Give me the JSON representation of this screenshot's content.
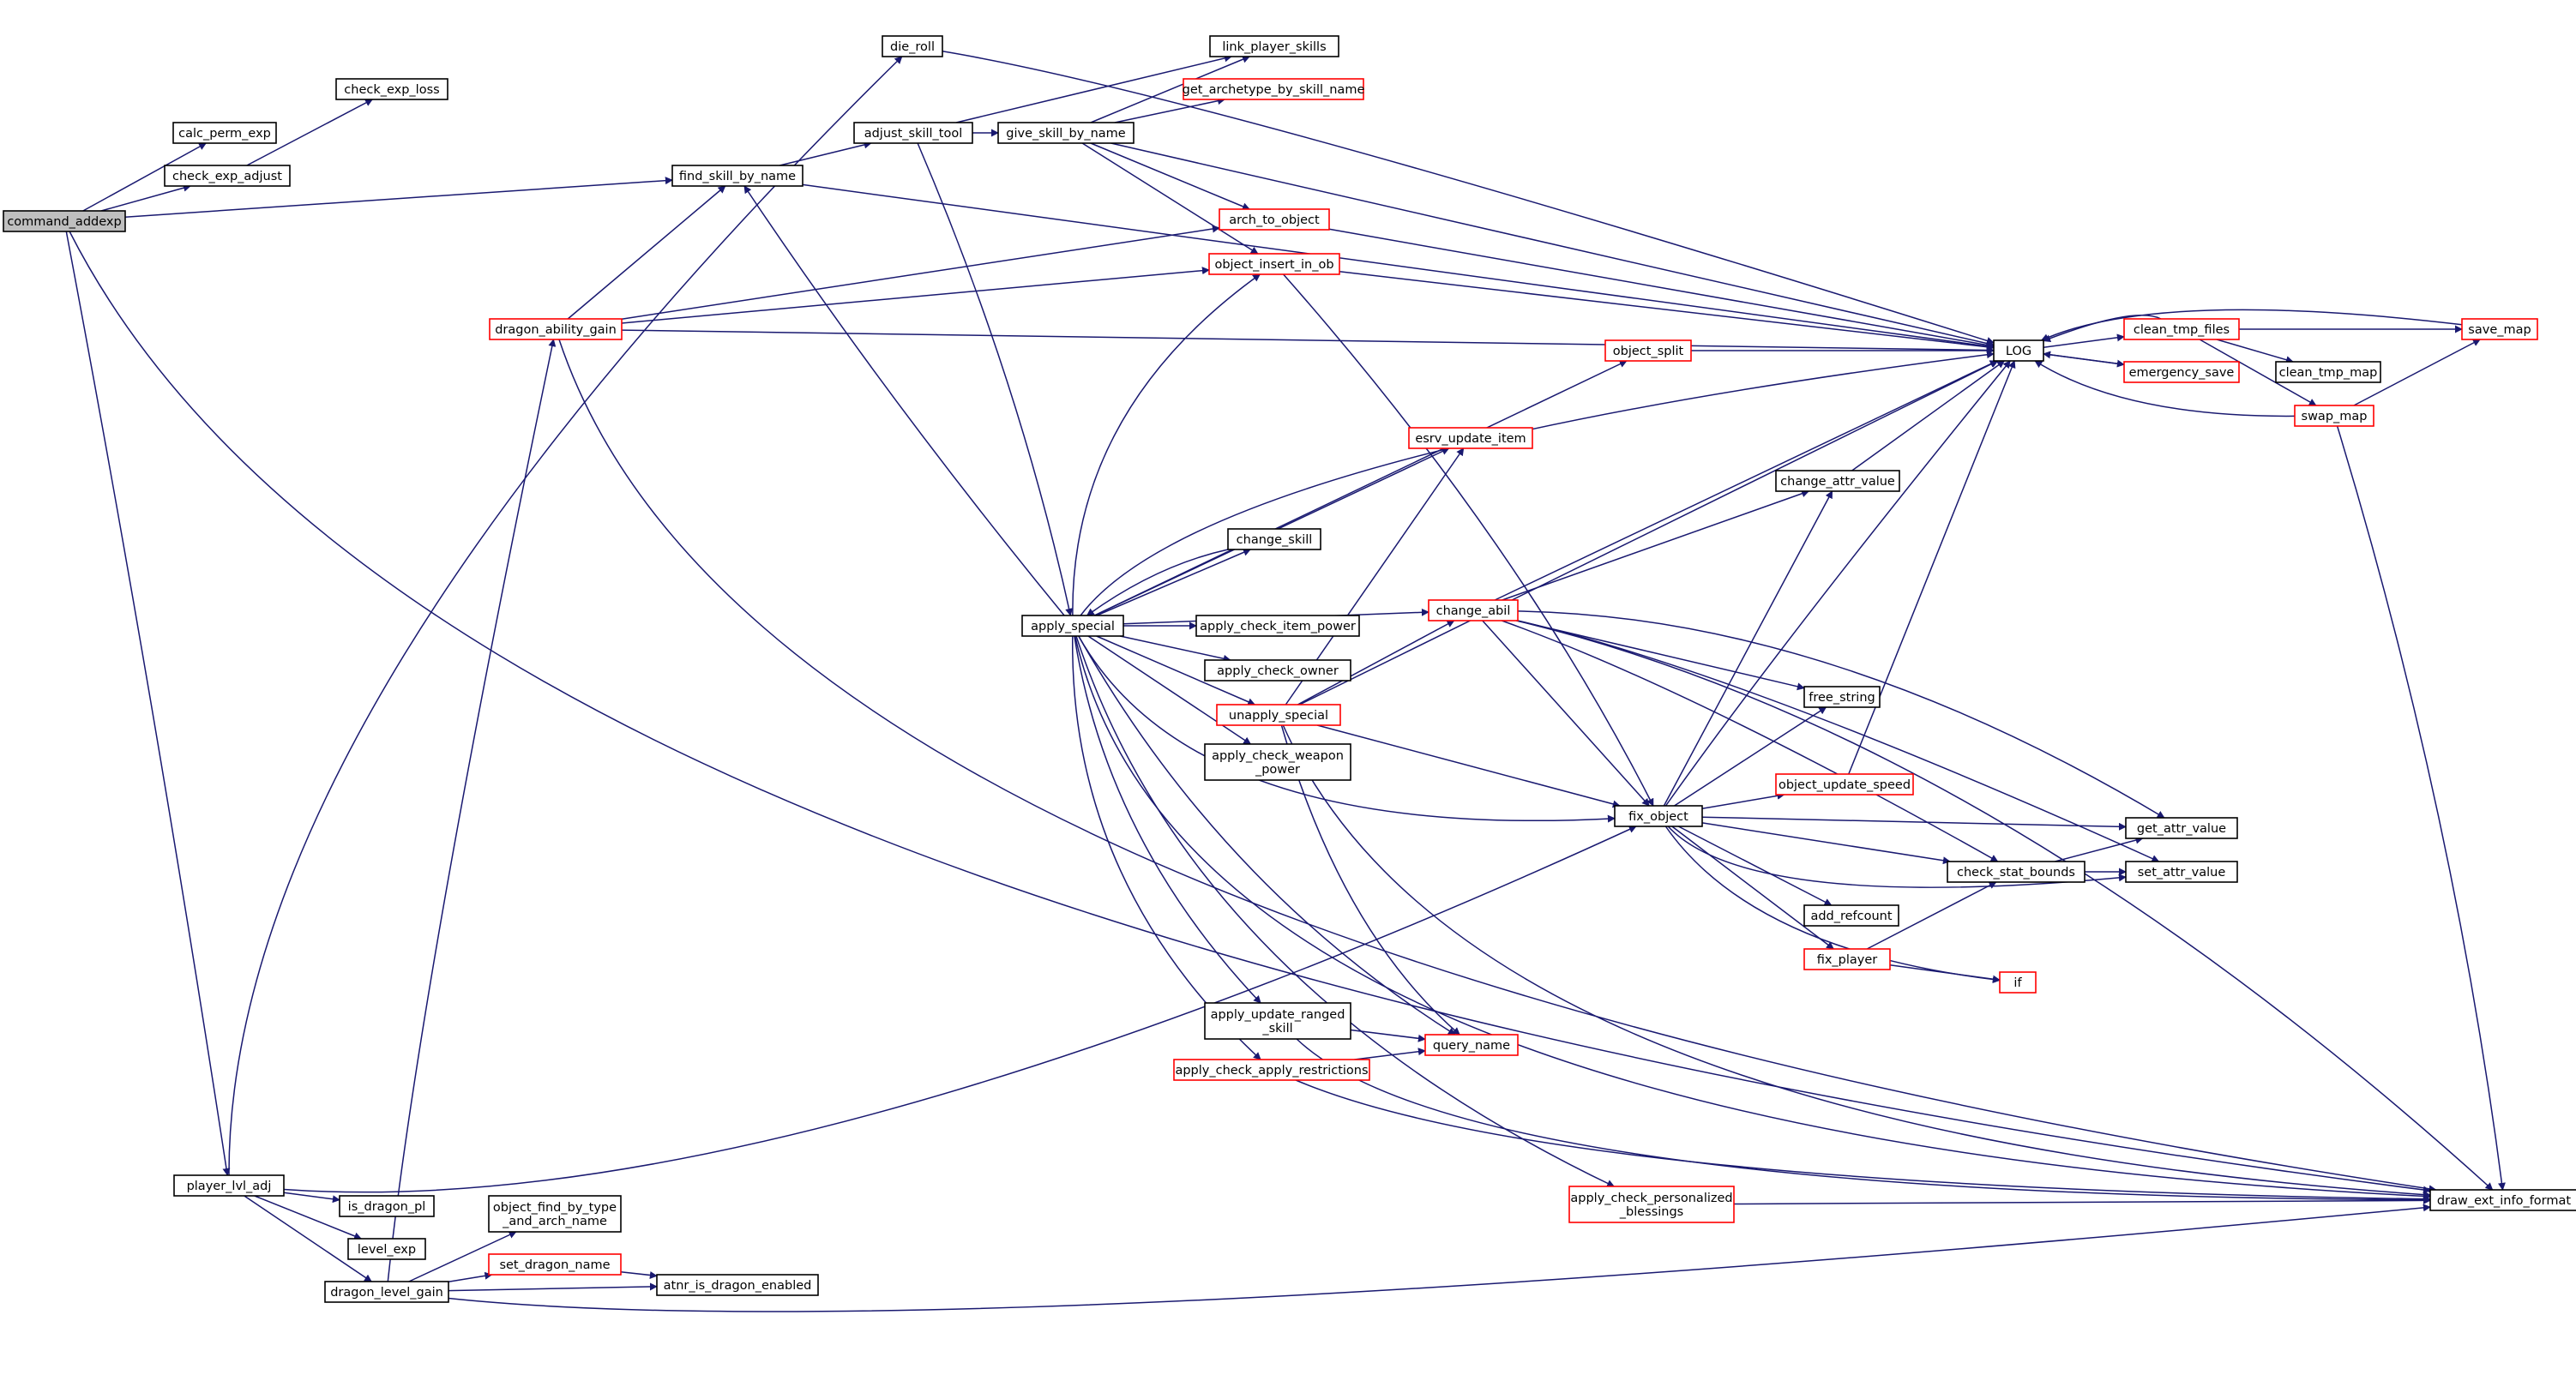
{
  "diagram": {
    "colors": {
      "edge": "#191970",
      "node_border": "#000000",
      "node_border_highlight": "#ff0000",
      "node_fill": "#ffffff",
      "root_fill": "#bfbfbf"
    },
    "nodes": [
      {
        "id": "command_addexp",
        "label": "command_addexp",
        "style": "root"
      },
      {
        "id": "calc_perm_exp",
        "label": "calc_perm_exp",
        "style": "normal"
      },
      {
        "id": "check_exp_adjust",
        "label": "check_exp_adjust",
        "style": "normal"
      },
      {
        "id": "check_exp_loss",
        "label": "check_exp_loss",
        "style": "normal"
      },
      {
        "id": "find_skill_by_name",
        "label": "find_skill_by_name",
        "style": "normal"
      },
      {
        "id": "die_roll",
        "label": "die_roll",
        "style": "normal"
      },
      {
        "id": "adjust_skill_tool",
        "label": "adjust_skill_tool",
        "style": "normal"
      },
      {
        "id": "give_skill_by_name",
        "label": "give_skill_by_name",
        "style": "normal"
      },
      {
        "id": "link_player_skills",
        "label": "link_player_skills",
        "style": "normal"
      },
      {
        "id": "get_archetype_by_skill_name",
        "label": "get_archetype_by_skill_name",
        "style": "red"
      },
      {
        "id": "arch_to_object",
        "label": "arch_to_object",
        "style": "red"
      },
      {
        "id": "object_insert_in_ob",
        "label": "object_insert_in_ob",
        "style": "red"
      },
      {
        "id": "dragon_ability_gain",
        "label": "dragon_ability_gain",
        "style": "red"
      },
      {
        "id": "object_split",
        "label": "object_split",
        "style": "red"
      },
      {
        "id": "LOG",
        "label": "LOG",
        "style": "normal"
      },
      {
        "id": "clean_tmp_files",
        "label": "clean_tmp_files",
        "style": "red"
      },
      {
        "id": "emergency_save",
        "label": "emergency_save",
        "style": "red"
      },
      {
        "id": "clean_tmp_map",
        "label": "clean_tmp_map",
        "style": "normal"
      },
      {
        "id": "save_map",
        "label": "save_map",
        "style": "red"
      },
      {
        "id": "swap_map",
        "label": "swap_map",
        "style": "red"
      },
      {
        "id": "esrv_update_item",
        "label": "esrv_update_item",
        "style": "red"
      },
      {
        "id": "change_attr_value",
        "label": "change_attr_value",
        "style": "normal"
      },
      {
        "id": "change_skill",
        "label": "change_skill",
        "style": "normal"
      },
      {
        "id": "apply_special",
        "label": "apply_special",
        "style": "normal"
      },
      {
        "id": "change_abil",
        "label": "change_abil",
        "style": "red"
      },
      {
        "id": "apply_check_item_power",
        "label": "apply_check_item_power",
        "style": "normal"
      },
      {
        "id": "apply_check_owner",
        "label": "apply_check_owner",
        "style": "normal"
      },
      {
        "id": "unapply_special",
        "label": "unapply_special",
        "style": "red"
      },
      {
        "id": "free_string",
        "label": "free_string",
        "style": "normal"
      },
      {
        "id": "apply_check_weapon_power",
        "label": "apply_check_weapon\n_power",
        "style": "normal"
      },
      {
        "id": "object_update_speed",
        "label": "object_update_speed",
        "style": "red"
      },
      {
        "id": "fix_object",
        "label": "fix_object",
        "style": "normal"
      },
      {
        "id": "get_attr_value",
        "label": "get_attr_value",
        "style": "normal"
      },
      {
        "id": "check_stat_bounds",
        "label": "check_stat_bounds",
        "style": "normal"
      },
      {
        "id": "set_attr_value",
        "label": "set_attr_value",
        "style": "normal"
      },
      {
        "id": "add_refcount",
        "label": "add_refcount",
        "style": "normal"
      },
      {
        "id": "fix_player",
        "label": "fix_player",
        "style": "red"
      },
      {
        "id": "if",
        "label": "if",
        "style": "red"
      },
      {
        "id": "apply_update_ranged_skill",
        "label": "apply_update_ranged\n_skill",
        "style": "normal"
      },
      {
        "id": "query_name",
        "label": "query_name",
        "style": "red"
      },
      {
        "id": "apply_check_apply_restrictions",
        "label": "apply_check_apply_restrictions",
        "style": "red"
      },
      {
        "id": "player_lvl_adj",
        "label": "player_lvl_adj",
        "style": "normal"
      },
      {
        "id": "is_dragon_pl",
        "label": "is_dragon_pl",
        "style": "normal"
      },
      {
        "id": "level_exp",
        "label": "level_exp",
        "style": "normal"
      },
      {
        "id": "dragon_level_gain",
        "label": "dragon_level_gain",
        "style": "normal"
      },
      {
        "id": "object_find_by_type_and_arch_name",
        "label": "object_find_by_type\n_and_arch_name",
        "style": "normal"
      },
      {
        "id": "set_dragon_name",
        "label": "set_dragon_name",
        "style": "red"
      },
      {
        "id": "atnr_is_dragon_enabled",
        "label": "atnr_is_dragon_enabled",
        "style": "normal"
      },
      {
        "id": "apply_check_personalized_blessings",
        "label": "apply_check_personalized\n_blessings",
        "style": "red"
      },
      {
        "id": "draw_ext_info_format",
        "label": "draw_ext_info_format",
        "style": "normal"
      }
    ],
    "edges": [
      [
        "command_addexp",
        "calc_perm_exp"
      ],
      [
        "command_addexp",
        "check_exp_adjust"
      ],
      [
        "command_addexp",
        "find_skill_by_name"
      ],
      [
        "command_addexp",
        "player_lvl_adj"
      ],
      [
        "command_addexp",
        "draw_ext_info_format"
      ],
      [
        "check_exp_adjust",
        "check_exp_loss"
      ],
      [
        "find_skill_by_name",
        "adjust_skill_tool"
      ],
      [
        "find_skill_by_name",
        "LOG"
      ],
      [
        "adjust_skill_tool",
        "give_skill_by_name"
      ],
      [
        "adjust_skill_tool",
        "link_player_skills"
      ],
      [
        "adjust_skill_tool",
        "apply_special"
      ],
      [
        "give_skill_by_name",
        "link_player_skills"
      ],
      [
        "give_skill_by_name",
        "get_archetype_by_skill_name"
      ],
      [
        "give_skill_by_name",
        "arch_to_object"
      ],
      [
        "give_skill_by_name",
        "object_insert_in_ob"
      ],
      [
        "give_skill_by_name",
        "LOG"
      ],
      [
        "die_roll",
        "LOG"
      ],
      [
        "arch_to_object",
        "LOG"
      ],
      [
        "object_insert_in_ob",
        "LOG"
      ],
      [
        "object_insert_in_ob",
        "fix_object"
      ],
      [
        "dragon_ability_gain",
        "find_skill_by_name"
      ],
      [
        "dragon_ability_gain",
        "arch_to_object"
      ],
      [
        "dragon_ability_gain",
        "object_insert_in_ob"
      ],
      [
        "dragon_ability_gain",
        "LOG"
      ],
      [
        "dragon_ability_gain",
        "draw_ext_info_format"
      ],
      [
        "object_split",
        "LOG"
      ],
      [
        "LOG",
        "clean_tmp_files"
      ],
      [
        "LOG",
        "emergency_save"
      ],
      [
        "clean_tmp_files",
        "LOG"
      ],
      [
        "clean_tmp_files",
        "save_map"
      ],
      [
        "clean_tmp_files",
        "clean_tmp_map"
      ],
      [
        "clean_tmp_files",
        "swap_map"
      ],
      [
        "emergency_save",
        "LOG"
      ],
      [
        "save_map",
        "LOG"
      ],
      [
        "swap_map",
        "LOG"
      ],
      [
        "swap_map",
        "save_map"
      ],
      [
        "swap_map",
        "draw_ext_info_format"
      ],
      [
        "change_attr_value",
        "LOG"
      ],
      [
        "apply_special",
        "find_skill_by_name"
      ],
      [
        "apply_special",
        "object_insert_in_ob"
      ],
      [
        "apply_special",
        "object_split"
      ],
      [
        "apply_special",
        "LOG"
      ],
      [
        "apply_special",
        "esrv_update_item"
      ],
      [
        "apply_special",
        "change_skill"
      ],
      [
        "apply_special",
        "change_abil"
      ],
      [
        "apply_special",
        "apply_check_item_power"
      ],
      [
        "apply_special",
        "apply_check_owner"
      ],
      [
        "apply_special",
        "unapply_special"
      ],
      [
        "apply_special",
        "apply_check_weapon_power"
      ],
      [
        "apply_special",
        "fix_object"
      ],
      [
        "apply_special",
        "query_name"
      ],
      [
        "apply_special",
        "apply_update_ranged_skill"
      ],
      [
        "apply_special",
        "apply_check_apply_restrictions"
      ],
      [
        "apply_special",
        "apply_check_personalized_blessings"
      ],
      [
        "apply_special",
        "draw_ext_info_format"
      ],
      [
        "change_skill",
        "apply_special"
      ],
      [
        "change_abil",
        "LOG"
      ],
      [
        "change_abil",
        "change_attr_value"
      ],
      [
        "change_abil",
        "free_string"
      ],
      [
        "change_abil",
        "fix_object"
      ],
      [
        "change_abil",
        "get_attr_value"
      ],
      [
        "change_abil",
        "check_stat_bounds"
      ],
      [
        "change_abil",
        "set_attr_value"
      ],
      [
        "change_abil",
        "draw_ext_info_format"
      ],
      [
        "unapply_special",
        "LOG"
      ],
      [
        "unapply_special",
        "esrv_update_item"
      ],
      [
        "unapply_special",
        "change_abil"
      ],
      [
        "unapply_special",
        "fix_object"
      ],
      [
        "unapply_special",
        "query_name"
      ],
      [
        "unapply_special",
        "draw_ext_info_format"
      ],
      [
        "fix_object",
        "LOG"
      ],
      [
        "fix_object",
        "change_attr_value"
      ],
      [
        "fix_object",
        "free_string"
      ],
      [
        "fix_object",
        "object_update_speed"
      ],
      [
        "fix_object",
        "get_attr_value"
      ],
      [
        "fix_object",
        "check_stat_bounds"
      ],
      [
        "fix_object",
        "set_attr_value"
      ],
      [
        "fix_object",
        "add_refcount"
      ],
      [
        "fix_object",
        "fix_player"
      ],
      [
        "fix_object",
        "if"
      ],
      [
        "object_update_speed",
        "LOG"
      ],
      [
        "check_stat_bounds",
        "get_attr_value"
      ],
      [
        "check_stat_bounds",
        "set_attr_value"
      ],
      [
        "fix_player",
        "check_stat_bounds"
      ],
      [
        "fix_player",
        "if"
      ],
      [
        "apply_update_ranged_skill",
        "query_name"
      ],
      [
        "apply_update_ranged_skill",
        "draw_ext_info_format"
      ],
      [
        "apply_check_apply_restrictions",
        "query_name"
      ],
      [
        "apply_check_apply_restrictions",
        "draw_ext_info_format"
      ],
      [
        "apply_check_personalized_blessings",
        "draw_ext_info_format"
      ],
      [
        "player_lvl_adj",
        "die_roll"
      ],
      [
        "player_lvl_adj",
        "fix_object"
      ],
      [
        "player_lvl_adj",
        "is_dragon_pl"
      ],
      [
        "player_lvl_adj",
        "level_exp"
      ],
      [
        "player_lvl_adj",
        "dragon_level_gain"
      ],
      [
        "dragon_level_gain",
        "dragon_ability_gain"
      ],
      [
        "dragon_level_gain",
        "object_find_by_type_and_arch_name"
      ],
      [
        "dragon_level_gain",
        "set_dragon_name"
      ],
      [
        "dragon_level_gain",
        "atnr_is_dragon_enabled"
      ],
      [
        "dragon_level_gain",
        "draw_ext_info_format"
      ],
      [
        "set_dragon_name",
        "atnr_is_dragon_enabled"
      ]
    ]
  }
}
